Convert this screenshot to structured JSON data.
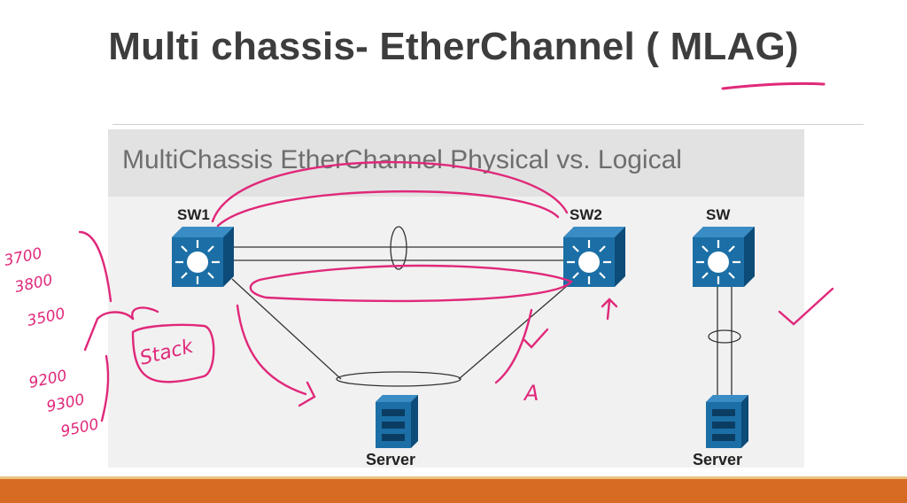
{
  "slide": {
    "title": "Multi chassis- EtherChannel ( MLAG)"
  },
  "panel": {
    "title": "MultiChassis EtherChannel Physical vs. Logical"
  },
  "labels": {
    "sw1": "SW1",
    "sw2": "SW2",
    "sw": "SW",
    "server_left": "Server",
    "server_right": "Server"
  },
  "annotations": {
    "models_top": [
      "3700",
      "3800",
      "3500"
    ],
    "models_bottom": [
      "9200",
      "9300",
      "9500"
    ],
    "stack": "Stack",
    "marker_a": "A"
  },
  "colors": {
    "switch_blue": "#1b6fa6",
    "switch_dark": "#0d4b78",
    "ink": "#e0287a",
    "footer": "#d86b24"
  }
}
